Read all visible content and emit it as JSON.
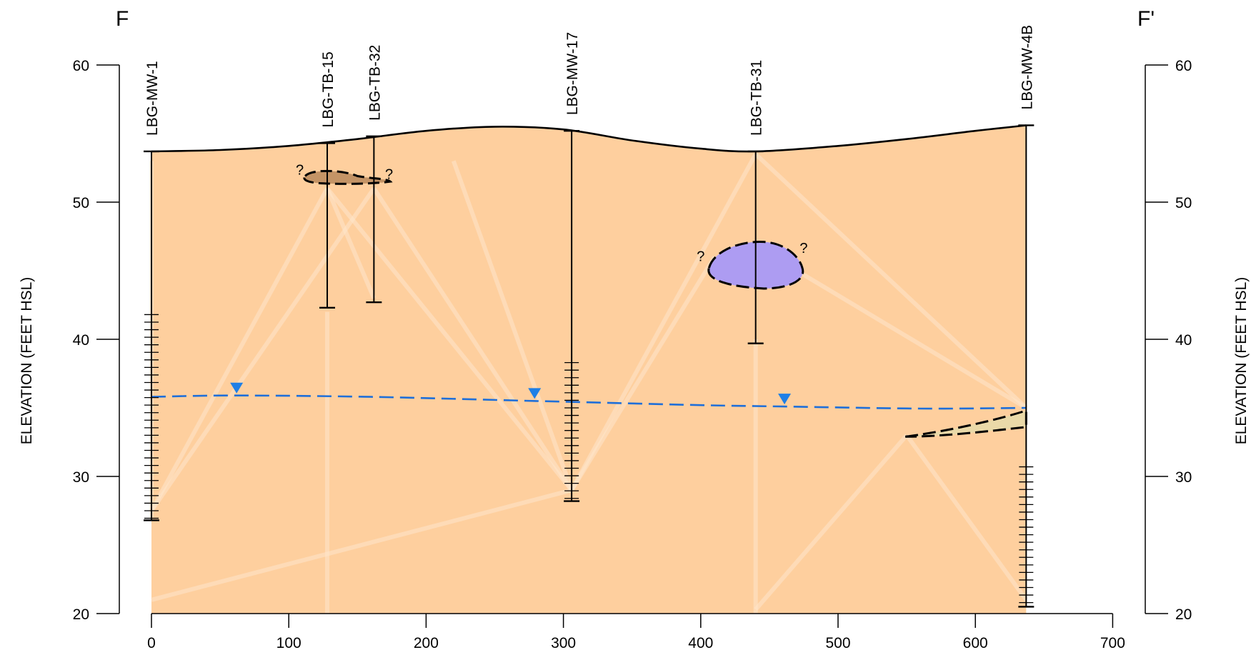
{
  "section": {
    "left_label": "F",
    "right_label": "F'",
    "y_axis_title_left": "ELEVATION (FEET HSL)",
    "y_axis_title_right": "ELEVATION (FEET HSL)",
    "x_ticks": [
      0,
      100,
      200,
      300,
      400,
      500,
      600,
      700
    ],
    "y_ticks": [
      20,
      30,
      40,
      50,
      60
    ],
    "x_range": [
      0,
      700
    ],
    "y_range": [
      20,
      60
    ]
  },
  "ground_surface": [
    [
      0,
      53.7
    ],
    [
      50,
      53.8
    ],
    [
      100,
      54.1
    ],
    [
      150,
      54.6
    ],
    [
      200,
      55.2
    ],
    [
      250,
      55.5
    ],
    [
      300,
      55.3
    ],
    [
      350,
      54.5
    ],
    [
      400,
      53.9
    ],
    [
      440,
      53.7
    ],
    [
      500,
      54.1
    ],
    [
      550,
      54.6
    ],
    [
      600,
      55.2
    ],
    [
      637,
      55.6
    ]
  ],
  "water_table": [
    [
      0,
      35.8
    ],
    [
      60,
      35.9
    ],
    [
      160,
      35.8
    ],
    [
      280,
      35.5
    ],
    [
      400,
      35.2
    ],
    [
      460,
      35.1
    ],
    [
      560,
      34.95
    ],
    [
      637,
      35.0
    ]
  ],
  "water_markers": [
    {
      "x": 62,
      "y": 35.9
    },
    {
      "x": 279,
      "y": 35.5
    },
    {
      "x": 461,
      "y": 35.1
    }
  ],
  "borings": [
    {
      "name": "LBG-MW-1",
      "x": 0,
      "top": 53.7,
      "bottom": 26.8,
      "screen_top": 41.8
    },
    {
      "name": "LBG-TB-15",
      "x": 128,
      "top": 54.3,
      "bottom": 42.3
    },
    {
      "name": "LBG-TB-32",
      "x": 162,
      "top": 54.8,
      "bottom": 42.7
    },
    {
      "name": "LBG-MW-17",
      "x": 306,
      "top": 55.2,
      "bottom": 28.2,
      "screen_top": 38.3
    },
    {
      "name": "LBG-TB-31",
      "x": 440,
      "top": 53.7,
      "bottom": 39.7
    },
    {
      "name": "LBG-MW-4B",
      "x": 637,
      "top": 55.6,
      "bottom": 20.5,
      "screen_top": 30.7
    }
  ],
  "lenses": [
    {
      "name": "brown-lens",
      "fill": "#c49466",
      "question_marks": [
        "?",
        "?"
      ]
    },
    {
      "name": "purple-lens",
      "fill": "#ad9cf2",
      "question_marks": [
        "?",
        "?"
      ]
    },
    {
      "name": "tan-lens",
      "fill": "#ead9a8"
    }
  ],
  "colors": {
    "soil": "#fecf9e",
    "water": "#1e6fd9",
    "marker": "#1e7fe6"
  }
}
